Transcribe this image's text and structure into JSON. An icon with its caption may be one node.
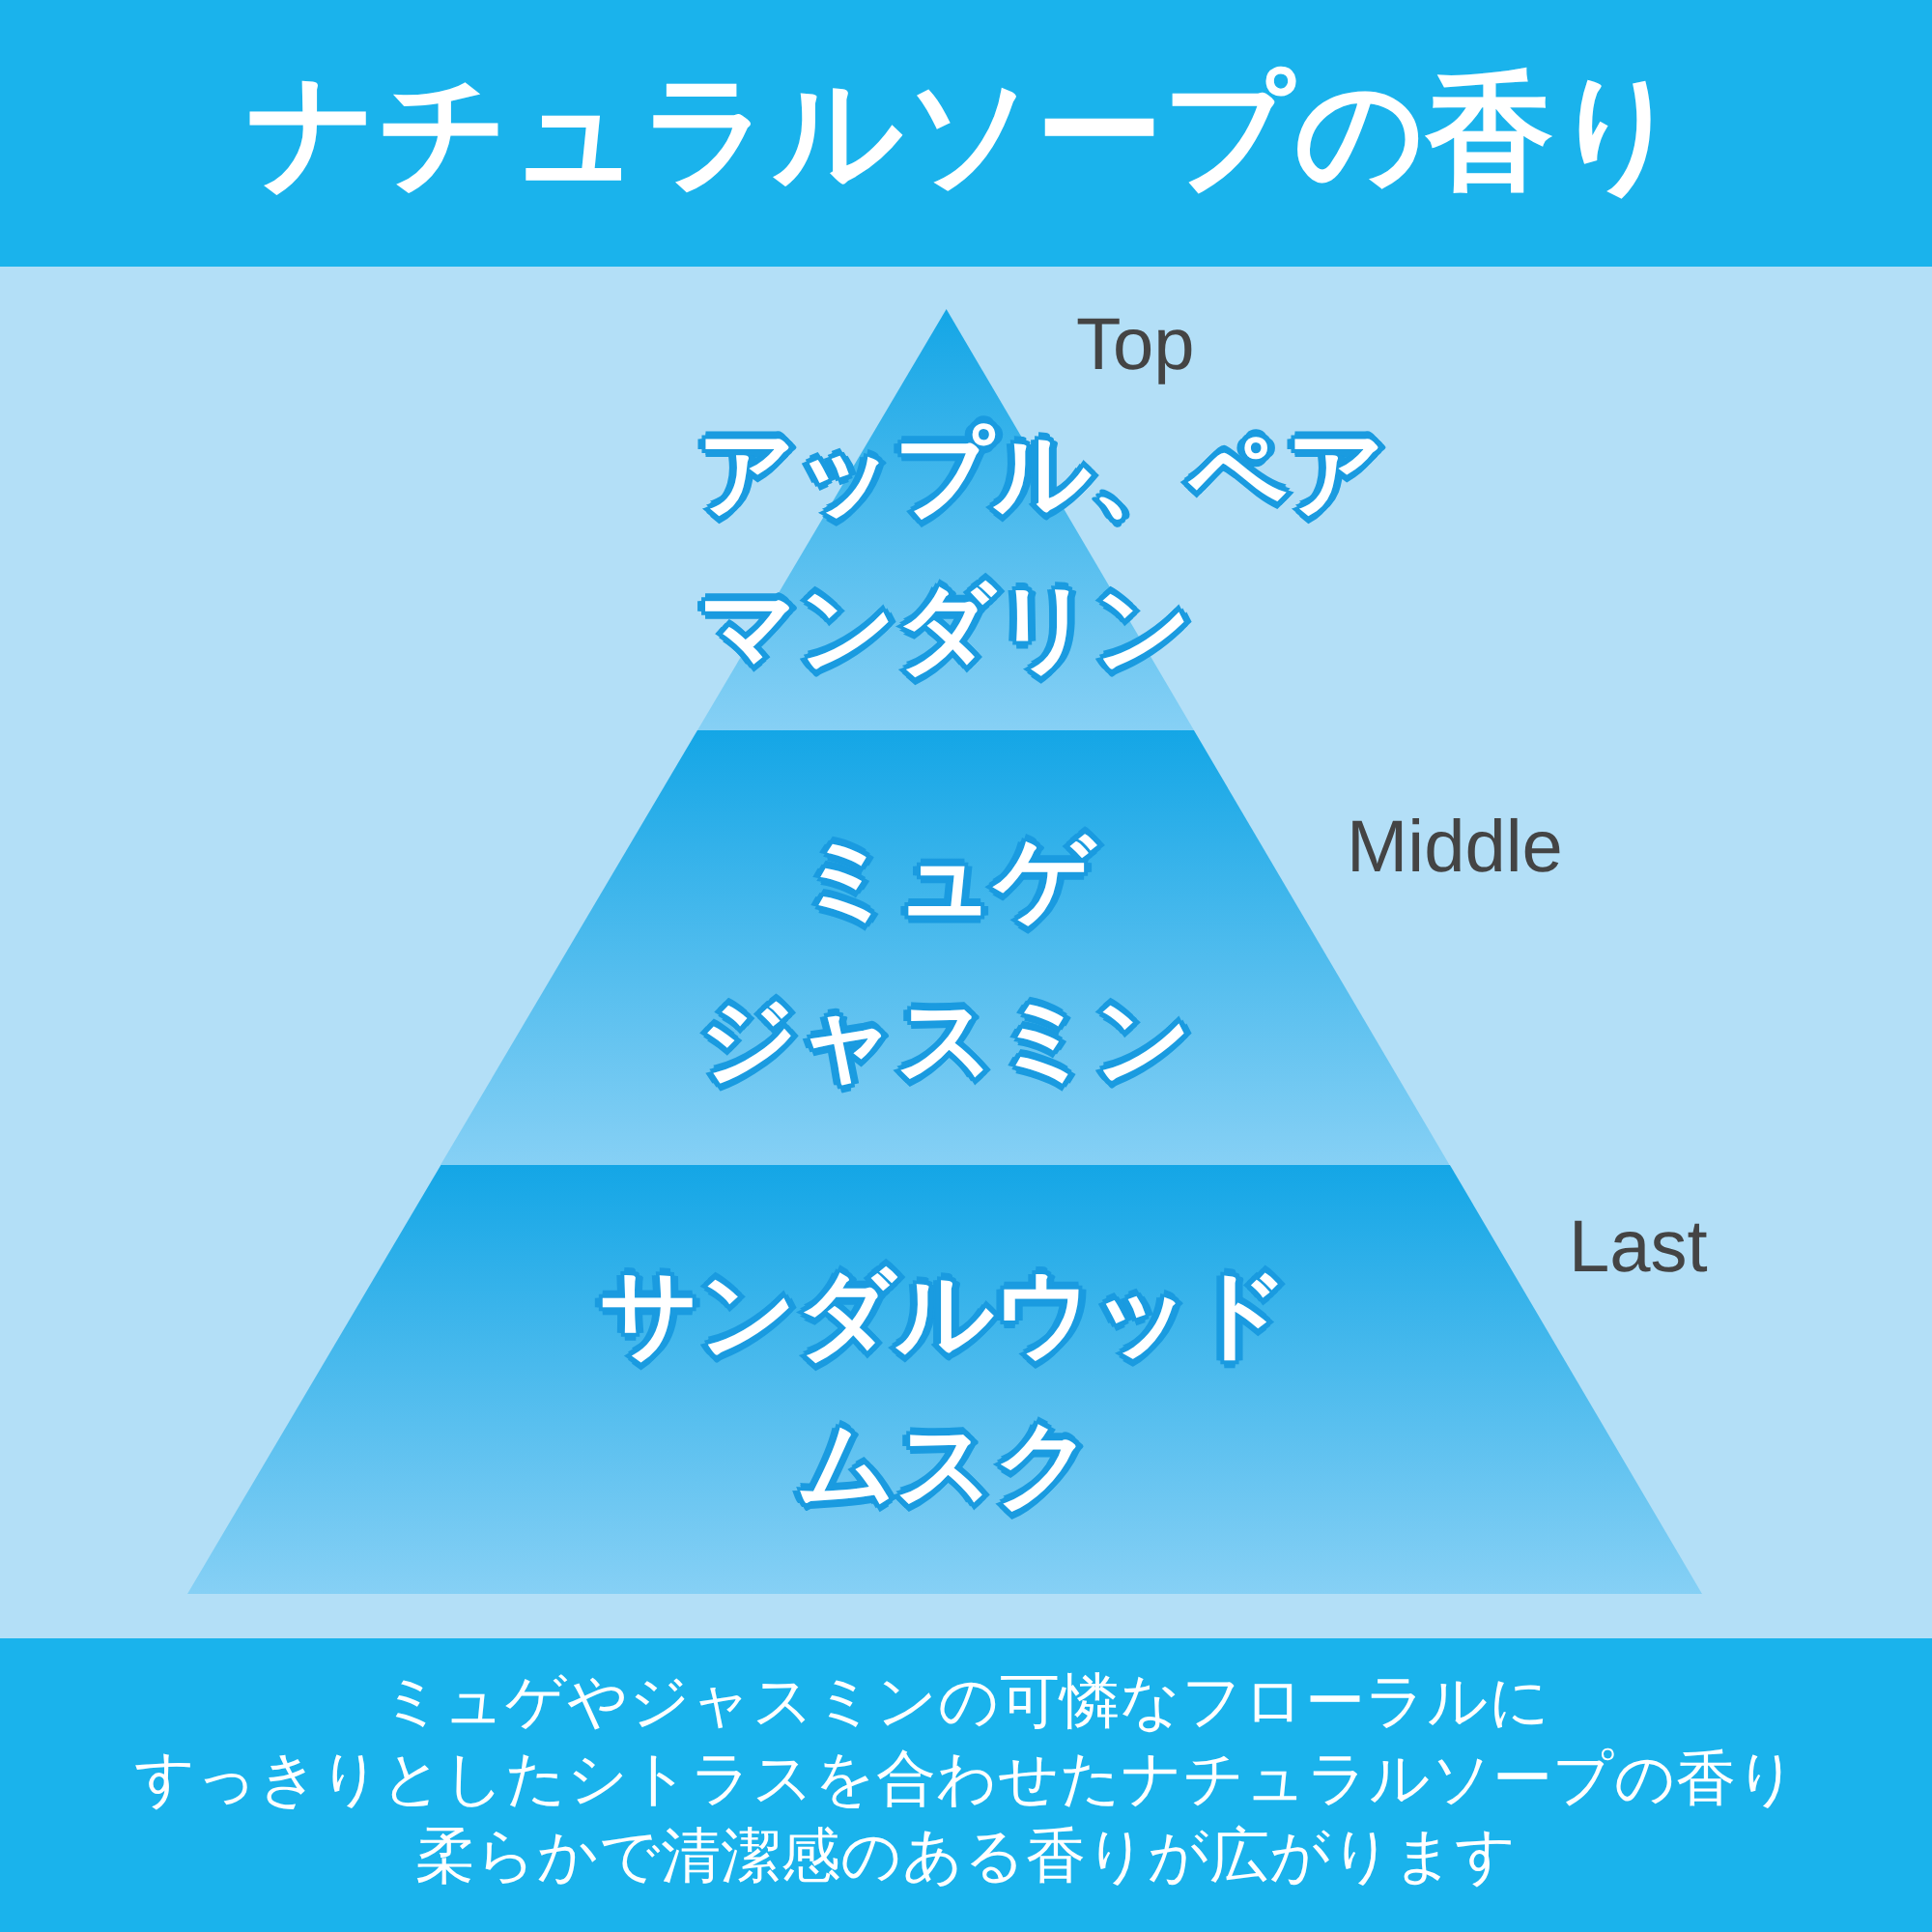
{
  "diagram": {
    "title": "ナチュラルソープの香り",
    "nodes": [
      {
        "text": [
          "アップル、ペア",
          "マンダリン"
        ],
        "beside": [
          "Top"
        ]
      },
      {
        "text": [
          "ミュゲ",
          "ジャスミン"
        ],
        "beside": [
          "Middle"
        ]
      },
      {
        "text": [
          "サンダルウッド",
          "ムスク"
        ],
        "beside": [
          "Last"
        ]
      }
    ],
    "labels": [
      "ミュゲやジャスミンの可憐なフローラルに",
      "すっきりとしたシトラスを合わせたナチュラルソープの香り",
      "柔らかで清潔感のある香りが広がります"
    ]
  }
}
